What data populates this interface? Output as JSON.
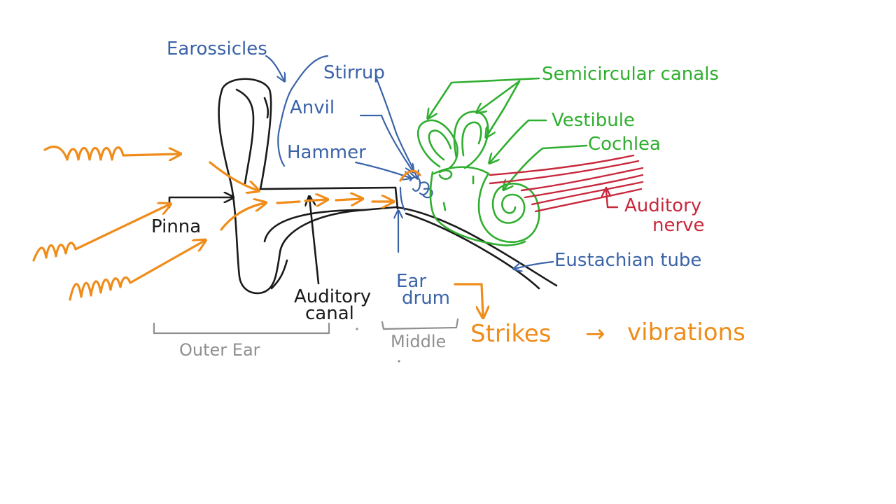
{
  "labels": {
    "ear_ossicles": "Earossicles",
    "stirrup": "Stirrup",
    "anvil": "Anvil",
    "hammer": "Hammer",
    "semicircular_canals": "Semicircular canals",
    "vestibule": "Vestibule",
    "cochlea": "Cochlea",
    "auditory_nerve_line1": "Auditory",
    "auditory_nerve_line2": "nerve",
    "pinna": "Pinna",
    "auditory_canal_line1": "Auditory",
    "auditory_canal_line2": "canal",
    "ear_drum_line1": "Ear",
    "ear_drum_line2": "drum",
    "eustachian_tube": "Eustachian tube",
    "outer_ear": "Outer Ear",
    "middle": "Middle",
    "strikes": "Strikes",
    "arrow": "→",
    "vibrations": "vibrations"
  },
  "colors": {
    "black": "#1a1a1a",
    "blue": "#3a63a8",
    "green": "#2fae2f",
    "red": "#c8283c",
    "orange": "#ef8c1a",
    "gray": "#8f8f8f"
  }
}
